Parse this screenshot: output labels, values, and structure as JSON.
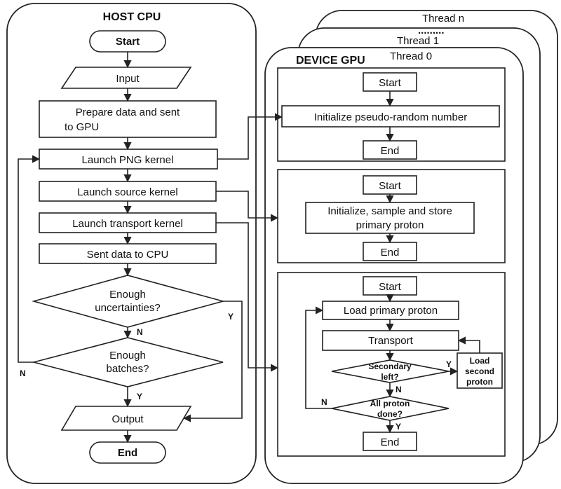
{
  "host": {
    "title": "HOST CPU",
    "start": "Start",
    "input": "Input",
    "prepare": [
      "Prepare data and sent",
      "to GPU"
    ],
    "launch_png": "Launch PNG kernel",
    "launch_source": "Launch source kernel",
    "launch_transport": "Launch transport kernel",
    "sent_data": "Sent data to CPU",
    "enough_uncert": [
      "Enough",
      "uncertainties?"
    ],
    "enough_batches": [
      "Enough",
      "batches?"
    ],
    "output": "Output",
    "end": "End",
    "label_n1": "N",
    "label_y1": "Y",
    "label_n2": "N",
    "label_y2": "Y"
  },
  "device": {
    "title": "DEVICE GPU",
    "thread_n": "Thread n",
    "thread_dots": ".........",
    "thread_1": "Thread 1",
    "thread_0": "Thread 0",
    "k1": {
      "start": "Start",
      "init": "Initialize pseudo-random number",
      "end": "End"
    },
    "k2": {
      "start": "Start",
      "init": [
        "Initialize, sample and store",
        "primary proton"
      ],
      "end": "End"
    },
    "k3": {
      "start": "Start",
      "load": "Load primary proton",
      "transport": "Transport",
      "secondary": [
        "Secondary",
        "left?"
      ],
      "load_second": [
        "Load",
        "second",
        "proton"
      ],
      "all_done": [
        "All proton",
        "done?"
      ],
      "end": "End",
      "label_y_sec": "Y",
      "label_n_sec": "N",
      "label_n_all": "N",
      "label_y_all": "Y"
    }
  }
}
